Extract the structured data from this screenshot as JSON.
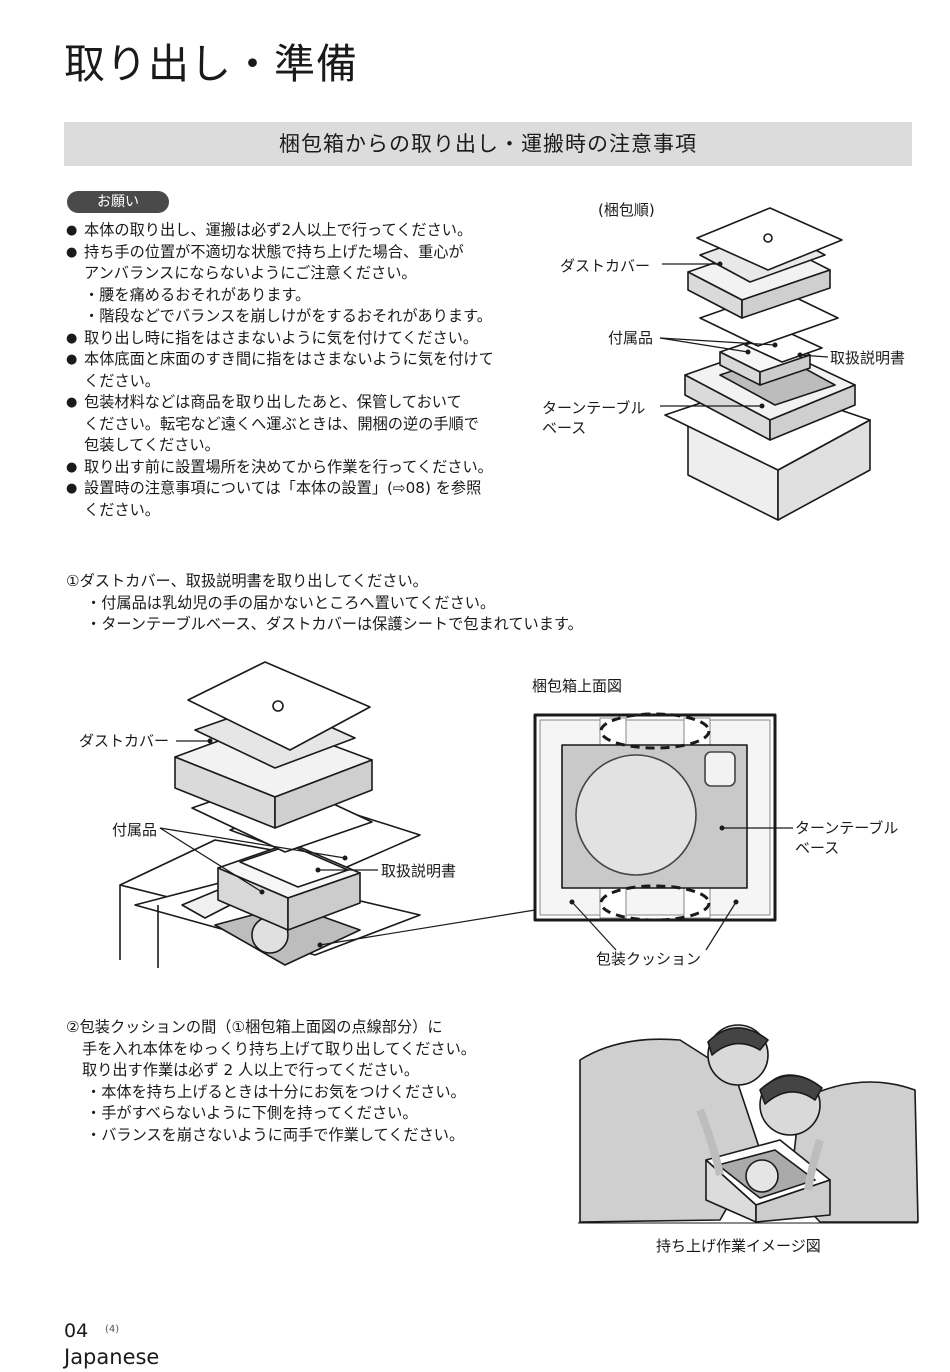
{
  "page": {
    "title": "取り出し・準備",
    "section_title": "梱包箱からの取り出し・運搬時の注意事項",
    "page_number": "04",
    "page_sub": "(4)",
    "language": "Japanese"
  },
  "notice": {
    "badge": "お願い",
    "items": [
      {
        "type": "bullet",
        "text": "本体の取り出し、運搬は必ず2人以上で行ってください。"
      },
      {
        "type": "bullet",
        "text": "持ち手の位置が不適切な状態で持ち上げた場合、重心が"
      },
      {
        "type": "cont",
        "text": "アンバランスにならないようにご注意ください。"
      },
      {
        "type": "sub",
        "text": "・腰を痛めるおそれがあります。"
      },
      {
        "type": "sub",
        "text": "・階段などでバランスを崩しけがをするおそれがあります。"
      },
      {
        "type": "bullet",
        "text": "取り出し時に指をはさまないように気を付けてください。"
      },
      {
        "type": "bullet",
        "text": "本体底面と床面のすき間に指をはさまないように気を付けて"
      },
      {
        "type": "cont",
        "text": "ください。"
      },
      {
        "type": "bullet",
        "text": "包装材料などは商品を取り出したあと、保管しておいて"
      },
      {
        "type": "cont",
        "text": "ください。転宅など遠くへ運ぶときは、開梱の逆の手順で"
      },
      {
        "type": "cont",
        "text": "包装してください。"
      },
      {
        "type": "bullet",
        "text": "取り出す前に設置場所を決めてから作業を行ってください。"
      },
      {
        "type": "bullet",
        "text": "設置時の注意事項については「本体の設置」(⇨08) を参照"
      },
      {
        "type": "cont",
        "text": "ください。"
      }
    ]
  },
  "diagram1": {
    "caption": "(梱包順)",
    "label_dust_cover": "ダストカバー",
    "label_accessories": "付属品",
    "label_manual": "取扱説明書",
    "label_turntable_1": "ターンテーブル",
    "label_turntable_2": "ベース"
  },
  "step1": {
    "main": "①ダストカバー、取扱説明書を取り出してください。",
    "subs": [
      "・付属品は乳幼児の手の届かないところへ置いてください。",
      "・ターンテーブルベース、ダストカバーは保護シートで包まれています。"
    ]
  },
  "diagram2": {
    "label_dust_cover": "ダストカバー",
    "label_accessories": "付属品",
    "label_manual": "取扱説明書",
    "top_view_title": "梱包箱上面図",
    "label_turntable_1": "ターンテーブル",
    "label_turntable_2": "ベース",
    "label_cushion": "包装クッション"
  },
  "step2": {
    "lines": [
      "②包装クッションの間（①梱包箱上面図の点線部分）に",
      "手を入れ本体をゆっくり持ち上げて取り出してください。",
      "取り出す作業は必ず 2 人以上で行ってください。"
    ],
    "subs": [
      "・本体を持ち上げるときは十分にお気をつけください。",
      "・手がすべらないように下側を持ってください。",
      "・バランスを崩さないように両手で作業してください。"
    ],
    "image_caption": "持ち上げ作業イメージ図"
  }
}
